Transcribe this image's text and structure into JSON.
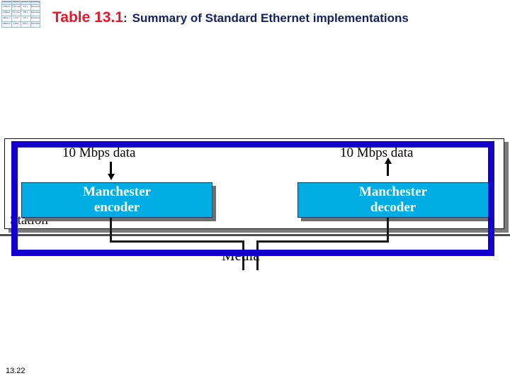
{
  "slide": {
    "number": "13.22"
  },
  "title": {
    "label": "Table 13.1",
    "separator": ":",
    "subject": "Summary of Standard Ethernet implementations"
  },
  "thumbnail_table": {
    "headers": [
      "Implementation",
      "Medium",
      "Medium Length",
      "Encoding"
    ],
    "rows": [
      [
        "10Base5",
        "Thick coax",
        "500 m",
        "Manchester"
      ],
      [
        "10Base2",
        "Thin coax",
        "185 m",
        "Manchester"
      ],
      [
        "10Base-T",
        "2 UTP",
        "100 m",
        "Manchester"
      ],
      [
        "10Base-F",
        "2 Fiber",
        "2000 m",
        "Manchester"
      ]
    ]
  },
  "figure": {
    "station_label": "Station",
    "media_label": "Media",
    "rate_left": "10 Mbps data",
    "rate_right": "10 Mbps data",
    "encoder_line1": "Manchester",
    "encoder_line2": "encoder",
    "decoder_line1": "Manchester",
    "decoder_line2": "decoder",
    "arrow_left_direction": "down",
    "arrow_right_direction": "up"
  },
  "colors": {
    "title_accent": "#e8162b",
    "title_text": "#16205e",
    "coder_fill": "#00ace4",
    "coder_border": "#173a63",
    "highlight": "#1400cc",
    "media_bus": "#4d4d4d"
  }
}
